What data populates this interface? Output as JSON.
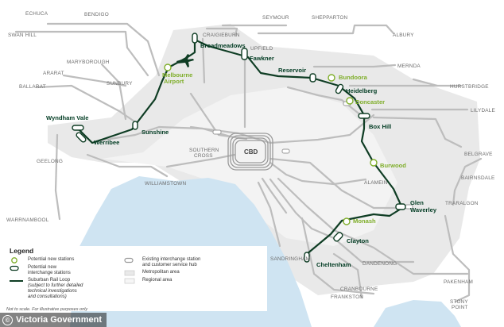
{
  "colors": {
    "loop": "#0f3d24",
    "potential": "#7fae2a",
    "rail": "#b9b9b9",
    "water": "#cfe4f2",
    "metro_area": "#ececec",
    "regional_area": "#f6f6f6"
  },
  "stations": {
    "loop": [
      "Wyndham Vale",
      "Werribee",
      "Sunshine",
      "Broadmeadows",
      "Fawkner",
      "Reservoir",
      "Heidelberg",
      "Box Hill",
      "Glen Waverley",
      "Clayton",
      "Cheltenham"
    ],
    "potential": [
      "Melbourne Airport",
      "Bundoora",
      "Doncaster",
      "Burwood",
      "Monash"
    ]
  },
  "places": {
    "echuca": "ECHUCA",
    "bendigo": "BENDIGO",
    "seymour": "SEYMOUR",
    "shepparton": "SHEPPARTON",
    "swan_hill": "SWAN HILL",
    "albury": "ALBURY",
    "craigieburn": "CRAIGIEBURN",
    "maryborough": "MARYBOROUGH",
    "upfield": "UPFIELD",
    "mernda": "MERNDA",
    "ararat": "ARARAT",
    "sunbury": "SUNBURY",
    "ballarat": "BALLARAT",
    "hurstbridge": "HURSTBRIDGE",
    "lilydale": "LILYDALE",
    "belgrave": "BELGRAVE",
    "southern_cross": "SOUTHERN\nCROSS",
    "cbd": "CBD",
    "geelong": "GEELONG",
    "williamstown": "WILLIAMSTOWN",
    "alamein": "ALAMEIN",
    "bairnsdale": "BAIRNSDALE",
    "traralgon": "TRARALGON",
    "warrnambool": "WARRNAMBOOL",
    "sandringham": "SANDRINGHAM",
    "dandenong": "DANDENONG",
    "pakenham": "PAKENHAM",
    "cranbourne": "CRANBOURNE",
    "frankston": "FRANKSTON",
    "stony_point": "STONY\nPOINT"
  },
  "legend": {
    "title": "Legend",
    "potential_new_stations": "Potential new stations",
    "potential_new_interchange": "Potential new\ninterchange stations",
    "loop_title": "Suburban Rail Loop",
    "loop_note": "(subject to further detailed\ntechnical investigations\nand consultations)",
    "existing_interchange": "Existing interchange station\nand customer service hub",
    "metro_area": "Metropolitan area",
    "regional_area": "Regional area"
  },
  "footer": {
    "disclaimer": "Not to scale. For illustrative purposes only",
    "credit": "Victoria Government"
  }
}
